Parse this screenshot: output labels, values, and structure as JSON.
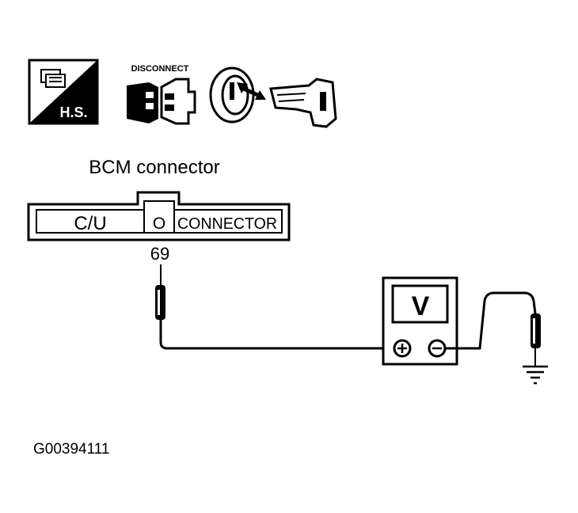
{
  "icons": {
    "hs_label": "H.S.",
    "disconnect_label": "DISCONNECT"
  },
  "connector": {
    "title": "BCM connector",
    "left_label": "C/U",
    "center_label": "O",
    "right_label": "CONNECTOR",
    "pin": "69"
  },
  "voltmeter": {
    "display": "V",
    "plus": "⊕",
    "minus": "⊖"
  },
  "figure_id": "G00394111"
}
